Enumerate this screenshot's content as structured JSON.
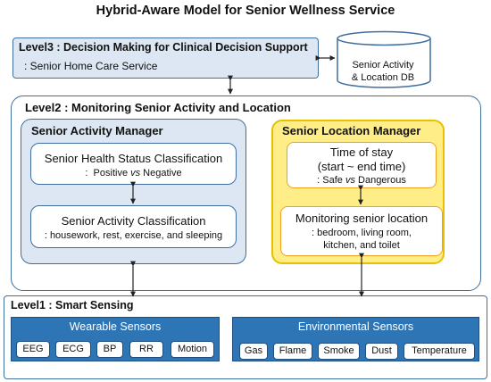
{
  "title": "Hybrid-Aware Model for Senior Wellness Service",
  "level3": {
    "heading": "Level3 : Decision Making for Clinical Decision Support",
    "subtitle": ": Senior Home Care Service"
  },
  "database": {
    "line1": "Senior Activity",
    "line2": "& Location DB"
  },
  "level2": {
    "heading": "Level2 : Monitoring Senior Activity and Location",
    "activity_manager": {
      "title": "Senior Activity Manager",
      "health_status": {
        "title": "Senior Health Status Classification",
        "detail_prefix": ":  Positive ",
        "detail_vs": "vs",
        "detail_suffix": " Negative"
      },
      "activity_class": {
        "title": "Senior Activity Classification",
        "detail": ": housework, rest, exercise, and sleeping"
      }
    },
    "location_manager": {
      "title": "Senior Location Manager",
      "time_of_stay": {
        "line1": "Time of stay",
        "line2": "(start ~ end time)",
        "detail_prefix": ": Safe ",
        "detail_vs": "vs",
        "detail_suffix": " Dangerous"
      },
      "monitoring": {
        "title": "Monitoring senior location",
        "line1": ": bedroom,  living room,",
        "line2": "kitchen, and toilet"
      }
    }
  },
  "level1": {
    "heading": "Level1 : Smart Sensing",
    "wearable": {
      "title": "Wearable Sensors",
      "sensors": [
        "EEG",
        "ECG",
        "BP",
        "RR",
        "Motion"
      ]
    },
    "environmental": {
      "title": "Environmental Sensors",
      "sensors": [
        "Gas",
        "Flame",
        "Smoke",
        "Dust",
        "Temperature"
      ]
    }
  },
  "colors": {
    "light_blue_fill": "#dce7f3",
    "border_blue": "#3f6f9f",
    "sensor_group_blue": "#2e75b6",
    "location_yellow": "#ffee88",
    "location_border": "#e8c000",
    "inner_orange_border": "#f2a020"
  }
}
